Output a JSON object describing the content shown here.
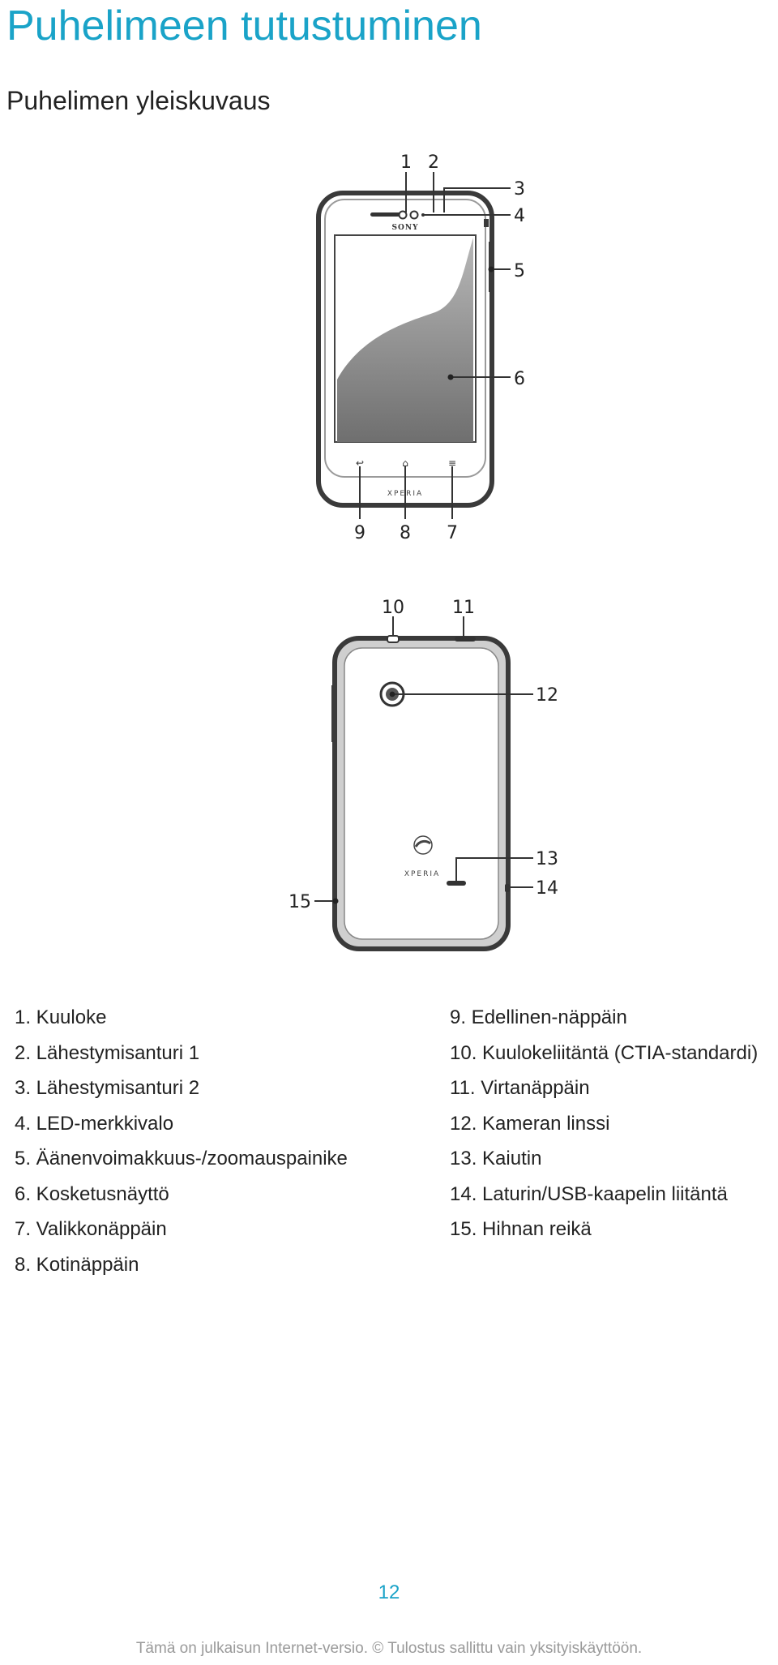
{
  "page": {
    "title": "Puhelimeen tutustuminen",
    "subtitle": "Puhelimen yleiskuvaus",
    "page_number": "12",
    "footer": "Tämä on julkaisun Internet-versio. © Tulostus sallittu vain yksityiskäyttöön."
  },
  "colors": {
    "heading": "#1aa3c8",
    "text": "#222222",
    "footer": "#9a9a9a"
  },
  "figure": {
    "front_brand": "SONY",
    "front_model": "XPERIA",
    "back_model": "XPERIA",
    "callouts": [
      "1",
      "2",
      "3",
      "4",
      "5",
      "6",
      "7",
      "8",
      "9",
      "10",
      "11",
      "12",
      "13",
      "14",
      "15"
    ]
  },
  "legend": {
    "left": [
      "1. Kuuloke",
      "2. Lähestymisanturi 1",
      "3. Lähestymisanturi 2",
      "4. LED-merkkivalo",
      "5. Äänenvoimakkuus-/zoomauspainike",
      "6. Kosketusnäyttö",
      "7. Valikkonäppäin",
      "8. Kotinäppäin"
    ],
    "right": [
      "9. Edellinen-näppäin",
      "10. Kuulokeliitäntä (CTIA-standardi)",
      "11. Virtanäppäin",
      "12. Kameran linssi",
      "13. Kaiutin",
      "14. Laturin/USB-kaapelin liitäntä",
      "15. Hihnan reikä"
    ]
  }
}
